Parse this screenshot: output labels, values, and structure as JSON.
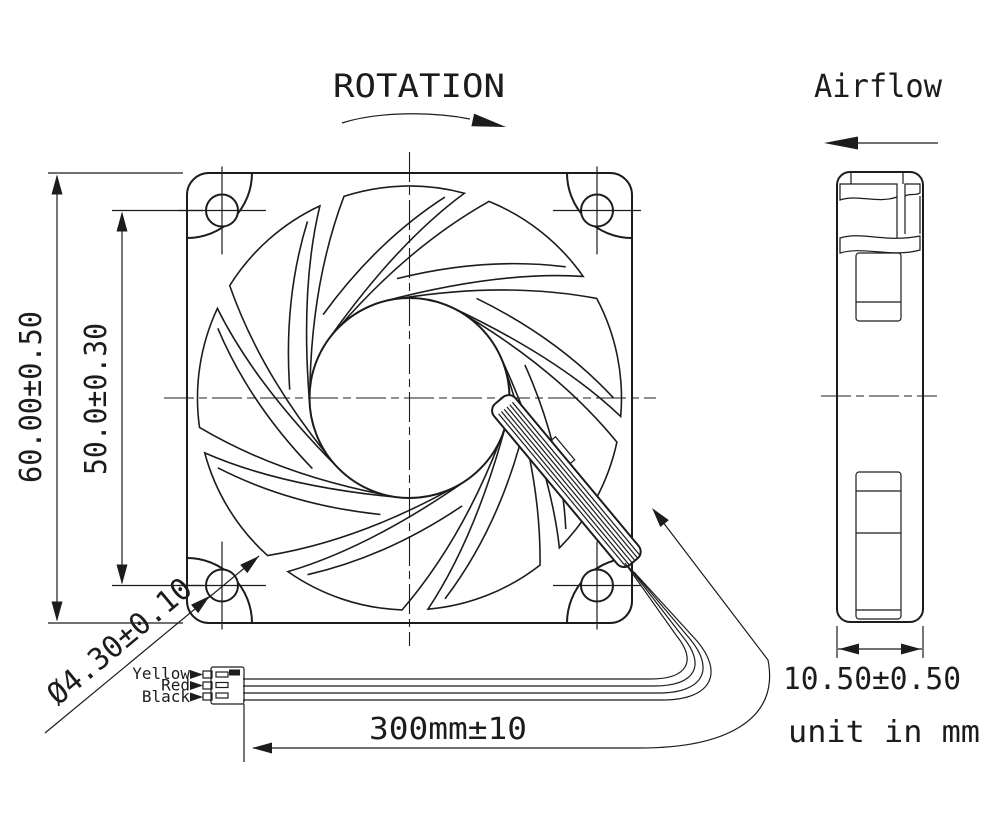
{
  "header": {
    "rotation_label": "ROTATION",
    "airflow_label": "Airflow"
  },
  "front_view": {
    "frame_size_dim": "60.00±0.50",
    "hole_pitch_dim": "50.0±0.30",
    "hole_diameter_dim": "Ø4.30±0.10"
  },
  "side_view": {
    "thickness_dim": "10.50±0.50"
  },
  "cable": {
    "length_dim": "300mm±10",
    "wire_labels": [
      "Yellow",
      "Red",
      "Black"
    ]
  },
  "notes": {
    "units": "unit in mm"
  },
  "colors": {
    "ink": "#1c1c1c",
    "paper": "#ffffff"
  }
}
